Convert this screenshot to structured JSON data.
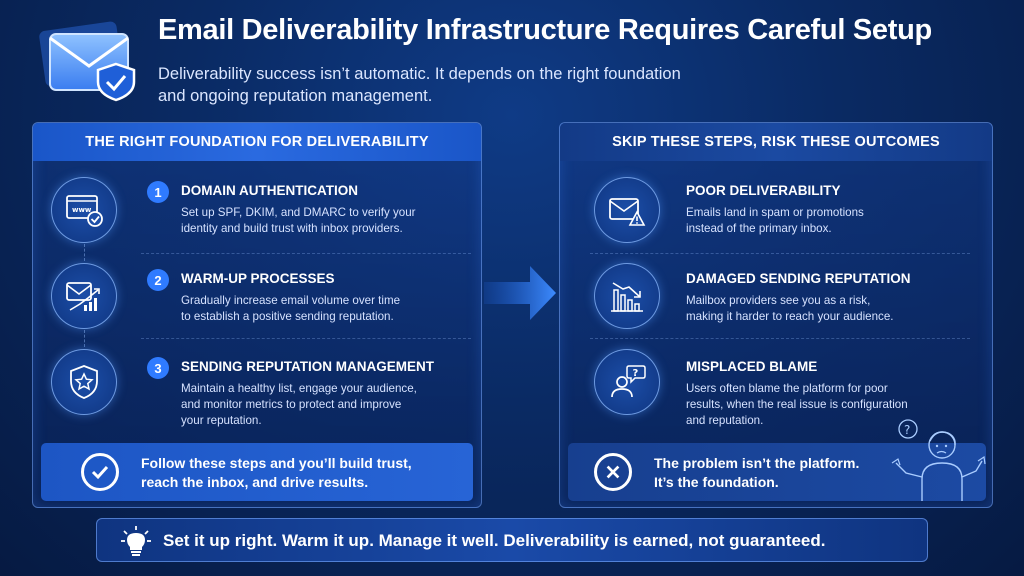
{
  "header": {
    "title": "Email Deliverability Infrastructure Requires Careful Setup",
    "subtitle_line1": "Deliverability success isn’t automatic. It depends on the right foundation",
    "subtitle_line2": "and ongoing reputation management."
  },
  "left_panel": {
    "heading": "THE RIGHT FOUNDATION FOR DELIVERABILITY",
    "items": [
      {
        "number": "1",
        "icon": "www-browser-check-icon",
        "title": "DOMAIN AUTHENTICATION",
        "desc_line1": "Set up SPF, DKIM, and DMARC to verify your",
        "desc_line2": "identity and build trust with inbox providers."
      },
      {
        "number": "2",
        "icon": "email-growth-chart-icon",
        "title": "WARM-UP PROCESSES",
        "desc_line1": "Gradually increase email volume over time",
        "desc_line2": "to establish a positive sending reputation."
      },
      {
        "number": "3",
        "icon": "shield-star-icon",
        "title": "SENDING REPUTATION MANAGEMENT",
        "desc_line1": "Maintain a healthy list, engage your audience,",
        "desc_line2": "and monitor metrics to protect and improve",
        "desc_line3": "your reputation."
      }
    ],
    "callout_line1": "Follow these steps and you’ll build trust,",
    "callout_line2": "reach the inbox, and drive results."
  },
  "right_panel": {
    "heading": "SKIP THESE STEPS, RISK THESE OUTCOMES",
    "items": [
      {
        "icon": "email-warning-icon",
        "title": "POOR DELIVERABILITY",
        "desc_line1": "Emails land in spam or promotions",
        "desc_line2": "instead of the primary inbox."
      },
      {
        "icon": "declining-chart-icon",
        "title": "DAMAGED SENDING REPUTATION",
        "desc_line1": "Mailbox providers see you as a risk,",
        "desc_line2": "making it harder to reach your audience."
      },
      {
        "icon": "user-question-icon",
        "title": "MISPLACED BLAME",
        "desc_line1": "Users often blame the platform for poor",
        "desc_line2": "results, when the real issue is configuration",
        "desc_line3": "and reputation."
      }
    ],
    "callout_line1": "The problem isn’t the platform.",
    "callout_line2": "It’s the foundation."
  },
  "footer": {
    "text": "Set it up right. Warm it up. Manage it well. Deliverability is earned, not guaranteed."
  },
  "colors": {
    "background": "#0a2a63",
    "accent": "#2f7bff",
    "left_header": "#2a6ae0",
    "right_header": "#1b4aa2"
  }
}
